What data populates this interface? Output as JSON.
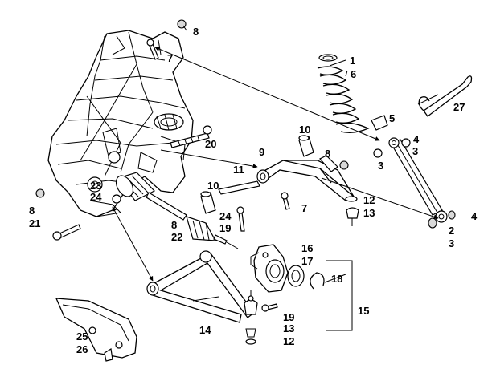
{
  "diagram": {
    "callouts": [
      {
        "id": "c8a",
        "label": "8"
      },
      {
        "id": "c7a",
        "label": "7"
      },
      {
        "id": "c1",
        "label": "1"
      },
      {
        "id": "c6",
        "label": "6"
      },
      {
        "id": "c27",
        "label": "27"
      },
      {
        "id": "c5",
        "label": "5"
      },
      {
        "id": "c4a",
        "label": "4"
      },
      {
        "id": "c3a",
        "label": "3"
      },
      {
        "id": "c3b",
        "label": "3"
      },
      {
        "id": "c10a",
        "label": "10"
      },
      {
        "id": "c9",
        "label": "9"
      },
      {
        "id": "c8b",
        "label": "8"
      },
      {
        "id": "c20",
        "label": "20"
      },
      {
        "id": "c11",
        "label": "11"
      },
      {
        "id": "c10b",
        "label": "10"
      },
      {
        "id": "c23",
        "label": "23"
      },
      {
        "id": "c24a",
        "label": "24"
      },
      {
        "id": "c8c",
        "label": "8"
      },
      {
        "id": "c21",
        "label": "21"
      },
      {
        "id": "c8d",
        "label": "8"
      },
      {
        "id": "c22",
        "label": "22"
      },
      {
        "id": "c24b",
        "label": "24"
      },
      {
        "id": "c19a",
        "label": "19"
      },
      {
        "id": "c7b",
        "label": "7"
      },
      {
        "id": "c12a",
        "label": "12"
      },
      {
        "id": "c13a",
        "label": "13"
      },
      {
        "id": "c4b",
        "label": "4"
      },
      {
        "id": "c2",
        "label": "2"
      },
      {
        "id": "c3c",
        "label": "3"
      },
      {
        "id": "c16",
        "label": "16"
      },
      {
        "id": "c17",
        "label": "17"
      },
      {
        "id": "c18",
        "label": "18"
      },
      {
        "id": "c15",
        "label": "15"
      },
      {
        "id": "c19b",
        "label": "19"
      },
      {
        "id": "c14",
        "label": "14"
      },
      {
        "id": "c13b",
        "label": "13"
      },
      {
        "id": "c12b",
        "label": "12"
      },
      {
        "id": "c25",
        "label": "25"
      },
      {
        "id": "c26",
        "label": "26"
      }
    ]
  }
}
